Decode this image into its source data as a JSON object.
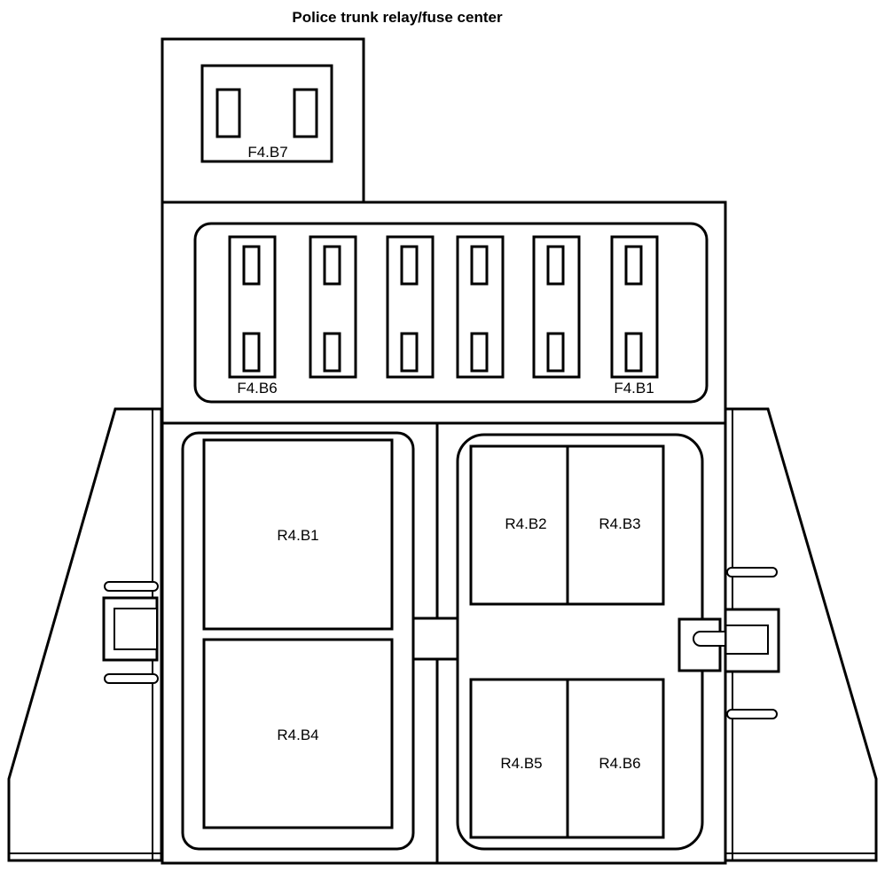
{
  "title": "Police trunk relay/fuse center",
  "fuses": {
    "top": "F4.B7",
    "left": "F4.B6",
    "right": "F4.B1"
  },
  "relays": {
    "b1": "R4.B1",
    "b2": "R4.B2",
    "b3": "R4.B3",
    "b4": "R4.B4",
    "b5": "R4.B5",
    "b6": "R4.B6"
  }
}
